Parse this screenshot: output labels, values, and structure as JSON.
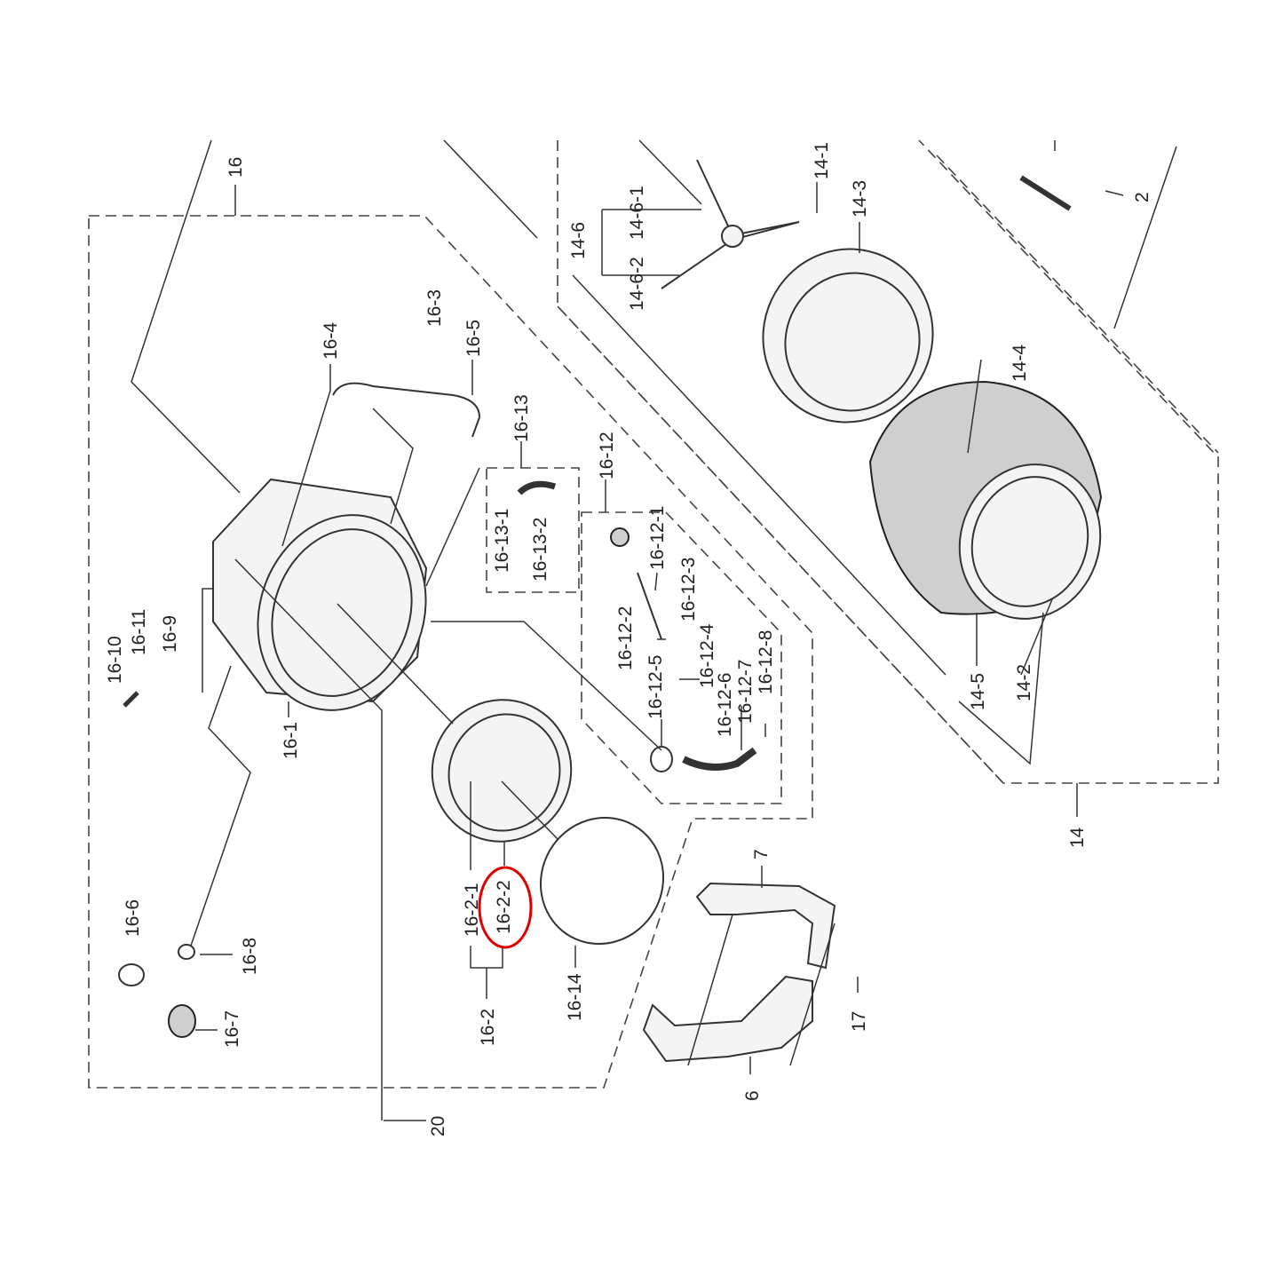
{
  "diagram": {
    "type": "exploded parts diagram",
    "highlight_color": "#e00000",
    "highlighted_part": "16-2-2",
    "labels": [
      "16",
      "16-4",
      "16-3",
      "16-5",
      "16-13",
      "16-12",
      "16-13-1",
      "16-13-2",
      "16-12-1",
      "16-12-3",
      "16-12-2",
      "16-12-4",
      "16-12-5",
      "16-12-6",
      "16-12-7",
      "16-12-8",
      "16-10",
      "16-11",
      "16-9",
      "16-1",
      "16-2-1",
      "16-2-2",
      "16-2",
      "16-14",
      "16-6",
      "16-8",
      "16-7",
      "20",
      "7",
      "6",
      "17",
      "14",
      "14-5",
      "14-2",
      "14-4",
      "14-3",
      "14-1",
      "14-6",
      "14-6-1",
      "14-6-2",
      "2"
    ]
  }
}
